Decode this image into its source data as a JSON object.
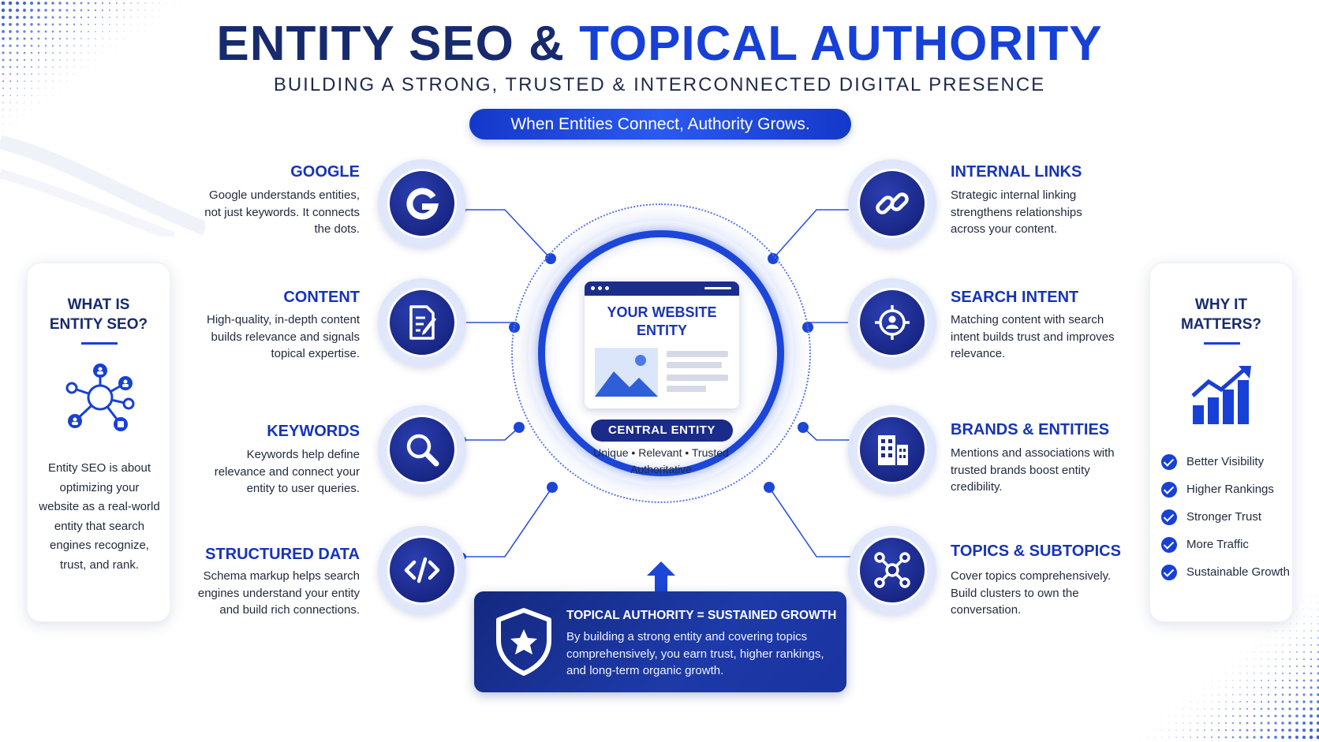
{
  "header": {
    "title_part1": "ENTITY SEO &",
    "title_part2": "TOPICAL AUTHORITY",
    "subtitle": "BUILDING A STRONG, TRUSTED & INTERCONNECTED DIGITAL PRESENCE",
    "tagline": "When Entities Connect, Authority Grows."
  },
  "left_card": {
    "title_line1": "WHAT IS",
    "title_line2": "ENTITY SEO?",
    "icon": "entity-network-icon",
    "text": "Entity SEO is about optimizing your website as a real-world entity that search engines recognize, trust, and rank."
  },
  "right_card": {
    "title_line1": "WHY IT",
    "title_line2": "MATTERS?",
    "icon": "growth-chart-icon",
    "items": [
      "Better Visibility",
      "Higher Rankings",
      "Stronger Trust",
      "More Traffic",
      "Sustainable Growth"
    ]
  },
  "left_nodes": [
    {
      "title": "GOOGLE",
      "icon": "google-icon",
      "text": "Google understands entities, not just keywords. It connects the dots."
    },
    {
      "title": "CONTENT",
      "icon": "document-edit-icon",
      "text": "High-quality, in-depth content builds relevance and signals topical expertise."
    },
    {
      "title": "KEYWORDS",
      "icon": "search-icon",
      "text": "Keywords help define relevance and connect your entity to user queries."
    },
    {
      "title": "STRUCTURED DATA",
      "icon": "code-icon",
      "text": "Schema markup helps search engines understand your entity and build rich connections."
    }
  ],
  "right_nodes": [
    {
      "title": "INTERNAL LINKS",
      "icon": "link-icon",
      "text": "Strategic internal linking strengthens relationships across your content."
    },
    {
      "title": "SEARCH INTENT",
      "icon": "target-user-icon",
      "text": "Matching content with search intent builds trust and improves relevance."
    },
    {
      "title": "BRANDS & ENTITIES",
      "icon": "buildings-icon",
      "text": "Mentions and associations with trusted brands boost entity credibility."
    },
    {
      "title": "TOPICS & SUBTOPICS",
      "icon": "hub-icon",
      "text": "Cover topics comprehensively. Build clusters to own the conversation."
    }
  ],
  "center": {
    "browser_title_line1": "YOUR WEBSITE",
    "browser_title_line2": "ENTITY",
    "pill": "CENTRAL ENTITY",
    "sub_line1": "Unique • Relevant • Trusted",
    "sub_line2": "Authoritative"
  },
  "bottom": {
    "title": "TOPICAL AUTHORITY = SUSTAINED GROWTH",
    "text": "By building a strong entity and covering topics comprehensively, you earn trust, higher rankings, and long-term organic growth.",
    "icon": "shield-star-icon"
  },
  "colors": {
    "navy": "#172a6e",
    "accent_blue": "#1740d6",
    "node_dark": "#1b2a8c"
  }
}
